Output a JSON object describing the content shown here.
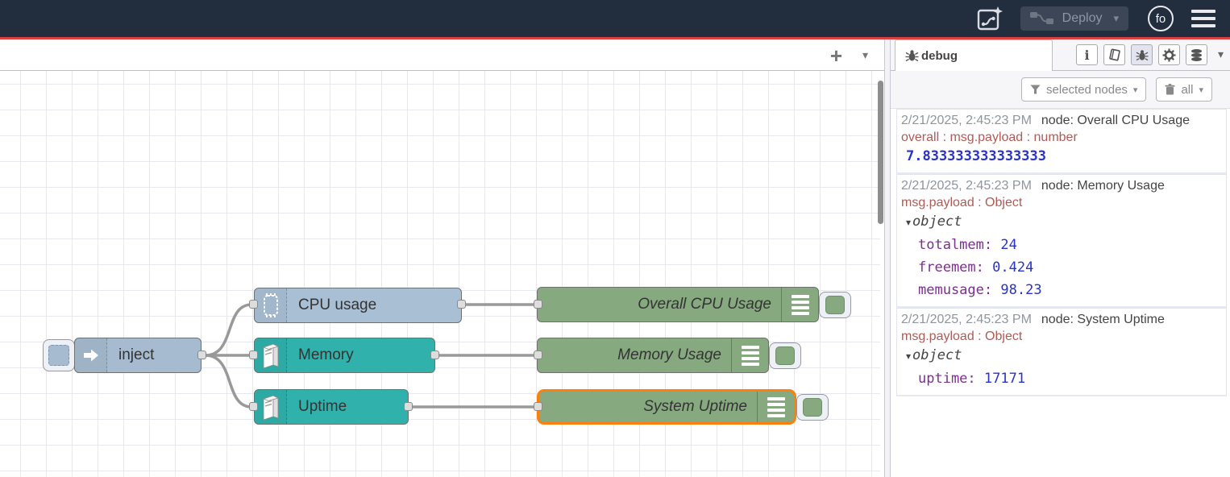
{
  "header": {
    "deploy_label": "Deploy",
    "avatar_initials": "fo"
  },
  "icons": {
    "caret_down": "▾",
    "plus": "+",
    "info_glyph": "i"
  },
  "colors": {
    "header_bg": "#222e3e",
    "header_underline": "#dd4040",
    "inject_node": "#a6bbcf",
    "cpu_node": "#a9bfd4",
    "os_node_teal": "#30b1ab",
    "debug_node_green": "#87a980",
    "selection_orange": "#ff7f0e",
    "wire_gray": "#999999",
    "grid_line": "#e8e8f4"
  },
  "canvas": {
    "nodes": {
      "inject": {
        "label": "inject"
      },
      "cpu": {
        "label": "CPU usage"
      },
      "memory": {
        "label": "Memory"
      },
      "uptime": {
        "label": "Uptime"
      },
      "debug_cpu": {
        "label": "Overall CPU Usage"
      },
      "debug_memory": {
        "label": "Memory Usage"
      },
      "debug_uptime": {
        "label": "System Uptime",
        "selected": true
      }
    }
  },
  "sidebar": {
    "tab_label": "debug",
    "filter_button_label": "selected nodes",
    "clear_button_label": "all",
    "messages": [
      {
        "timestamp": "2/21/2025, 2:45:23 PM",
        "node": "node: Overall CPU Usage",
        "meta": "overall : msg.payload : number",
        "value": "7.833333333333333"
      },
      {
        "timestamp": "2/21/2025, 2:45:23 PM",
        "node": "node: Memory Usage",
        "meta": "msg.payload : Object",
        "object_label": "object",
        "properties": [
          {
            "key": "totalmem:",
            "value": "24"
          },
          {
            "key": "freemem:",
            "value": "0.424"
          },
          {
            "key": "memusage:",
            "value": "98.23"
          }
        ]
      },
      {
        "timestamp": "2/21/2025, 2:45:23 PM",
        "node": "node: System Uptime",
        "meta": "msg.payload : Object",
        "object_label": "object",
        "properties": [
          {
            "key": "uptime:",
            "value": "17171"
          }
        ]
      }
    ]
  }
}
